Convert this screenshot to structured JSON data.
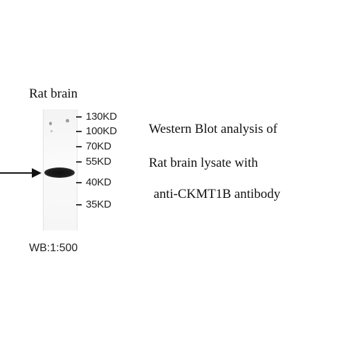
{
  "sample": "Rat brain",
  "markers": [
    {
      "label": "130KD",
      "kd": 130
    },
    {
      "label": "100KD",
      "kd": 100
    },
    {
      "label": "70KD",
      "kd": 70
    },
    {
      "label": "55KD",
      "kd": 55
    },
    {
      "label": "40KD",
      "kd": 40
    },
    {
      "label": "35KD",
      "kd": 35
    }
  ],
  "description": {
    "line1": "Western Blot analysis of",
    "line2": "Rat brain lysate with",
    "line3": "anti-CKMT1B antibody"
  },
  "dilution": "WB:1:500"
}
